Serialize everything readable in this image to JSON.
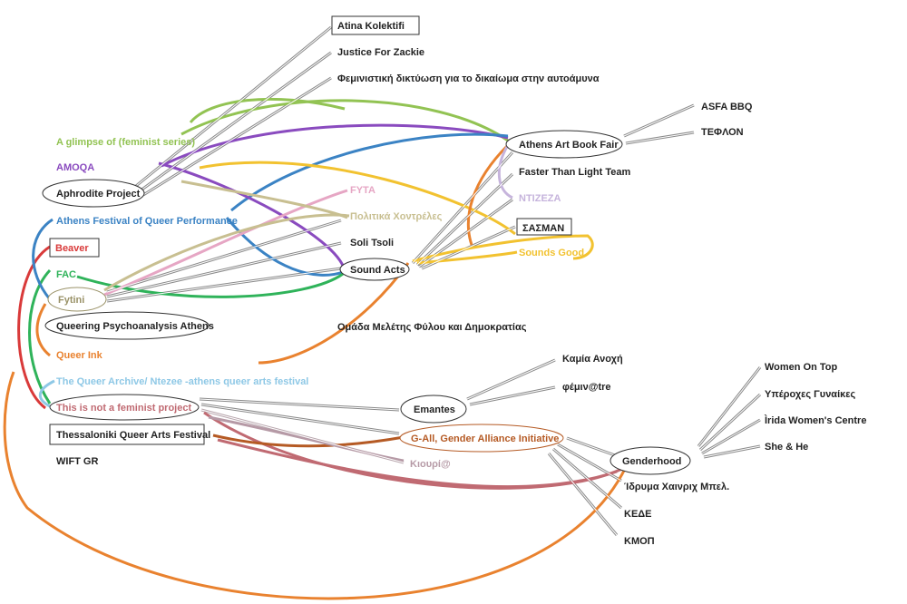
{
  "colors": {
    "green": "#92c353",
    "purple": "#8a4bbf",
    "blue": "#3b83c4",
    "red": "#d93a3a",
    "dkgreen": "#2fb35a",
    "olive": "#9a9268",
    "orange": "#e9822f",
    "ltblue": "#8ec8e6",
    "rose": "#c06a72",
    "pink": "#e6a6c4",
    "tan": "#c8bf91",
    "lilac": "#c6b4dc",
    "yellow": "#f2c230",
    "brown": "#b55a24",
    "mauve": "#b69aa6",
    "black": "#222222",
    "gray": "#8a8a8a"
  },
  "nodes": {
    "atina": "Atina Kolektifi",
    "justice": "Justice For Zackie",
    "femdiktyo": "Φεμινιστική δικτύωση για το δικαίωμα στην αυτοάμυνα",
    "glimpse": "A glimpse of (feminist series)",
    "amoqa": "AMOQA",
    "aphrodite": "Aphrodite Project",
    "afqp": "Athens Festival of Queer Performance",
    "beaver": "Beaver",
    "fac": "FAC",
    "fytini": "Fytini",
    "qpa": "Queering Psychoanalysis Athens",
    "queerink": "Queer Ink",
    "queerarchive": "The Queer Archive/ Ntezee -athens queer arts festival",
    "notfeminist": "This is not a feminist project",
    "tqaf": "Thessaloniki Queer Arts Festival",
    "wift": "WIFT GR",
    "fyta": "FYTA",
    "politika": "Πολιτικά Χοντρέλες",
    "soli": "Soli Tsoli",
    "soundacts": "Sound Acts",
    "omada": "Ομάδα Μελέτης Φύλου και Δημοκρατίας",
    "artbook": "Athens Art Book Fair",
    "asfa": "ASFA BBQ",
    "teflon": "ΤΕΦΛΟΝ",
    "faster": "Faster Than Light Team",
    "ntizeza": "ΝΤΙΖΕΖΑ",
    "sasman": "ΣΑΣΜΑΝ",
    "soundsgood": "Sounds Good",
    "kamia": "Καμία Ανοχή",
    "femintre": "φέμιν@tre",
    "emantes": "Emantes",
    "gall": "G-All, Gender Alliance Initiative",
    "kiouri": "Κιουρί@",
    "genderhood": "Genderhood",
    "womentop": "Women On Top",
    "yperoxes": "Υπέροχες Γυναίκες",
    "irida": "Ìrida Women's Centre",
    "shehe": "She & He",
    "idryma": "Ίδρυμα Χαινριχ Μπελ.",
    "kede": "ΚΕΔΕ",
    "kmop": "ΚΜΟΠ"
  }
}
